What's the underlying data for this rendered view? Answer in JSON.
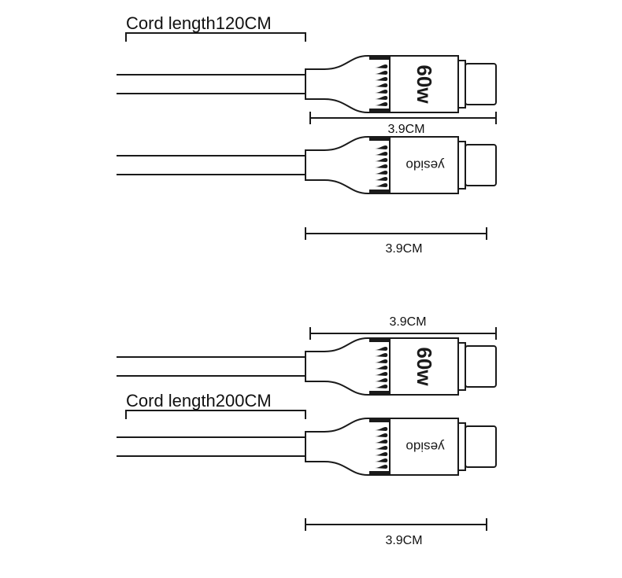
{
  "cords": [
    {
      "label": "Cord length120CM"
    },
    {
      "label": "Cord length200CM"
    }
  ],
  "connectors": [
    {
      "marking": "60w",
      "dimension": "3.9CM"
    },
    {
      "marking": "yesido",
      "dimension": "3.9CM"
    },
    {
      "marking": "60w",
      "dimension": "3.9CM"
    },
    {
      "marking": "yesido",
      "dimension": "3.9CM"
    }
  ],
  "colors": {
    "line": "#1a1a1a",
    "background": "#ffffff"
  }
}
